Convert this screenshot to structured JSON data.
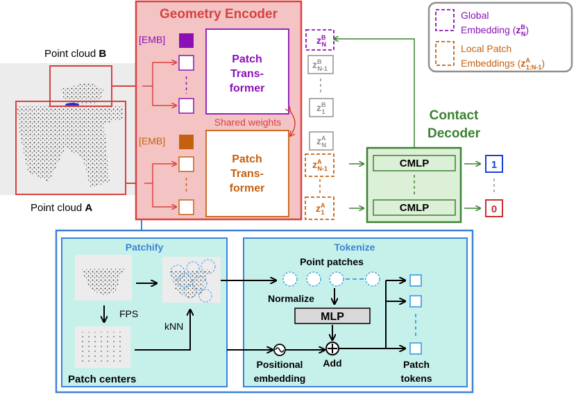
{
  "point_cloud_b_label": "Point cloud ",
  "point_cloud_b_letter": "B",
  "point_cloud_a_label": "Point cloud ",
  "point_cloud_a_letter": "A",
  "encoder": {
    "title": "Geometry Encoder",
    "emb_label": "[EMB]",
    "patch_transformer_lines": [
      "Patch",
      "Trans-",
      "former"
    ],
    "shared_weights": "Shared weights"
  },
  "tokens": {
    "z": "z",
    "b_sup": "B",
    "a_sup": "A",
    "sub_n": "N",
    "sub_n1": "N-1",
    "sub_1": "1"
  },
  "legend": {
    "global": [
      "Global",
      "Embedding ("
    ],
    "global_sup": "B",
    "global_sub": "N",
    "local": [
      "Local Patch",
      "Embeddings ("
    ],
    "local_sup": "A",
    "local_sub": "1:N-1"
  },
  "decoder": {
    "title": [
      "Contact",
      "Decoder"
    ],
    "cmlp": "CMLP",
    "outputs": [
      "1",
      "0"
    ]
  },
  "patchify": {
    "title": "Patchify",
    "fps": "FPS",
    "knn": "kNN",
    "patch_centers": "Patch centers"
  },
  "tokenize": {
    "title": "Tokenize",
    "point_patches": "Point patches",
    "normalize": "Normalize",
    "mlp": "MLP",
    "positional": [
      "Positional",
      "embedding"
    ],
    "add": "Add",
    "patch_tokens": [
      "Patch",
      "tokens"
    ]
  },
  "colors": {
    "red": "#d9403f",
    "red_fill": "#f4c4c4",
    "purple": "#8b10b8",
    "orange": "#c5600f",
    "green": "#3b8132",
    "green_fill": "#dcefd7",
    "blue": "#3b82d6",
    "cyan_fill": "#c6f1ea",
    "gray": "#8f8f8f",
    "navy": "#1a3fd8",
    "dark_red": "#c9302c"
  }
}
